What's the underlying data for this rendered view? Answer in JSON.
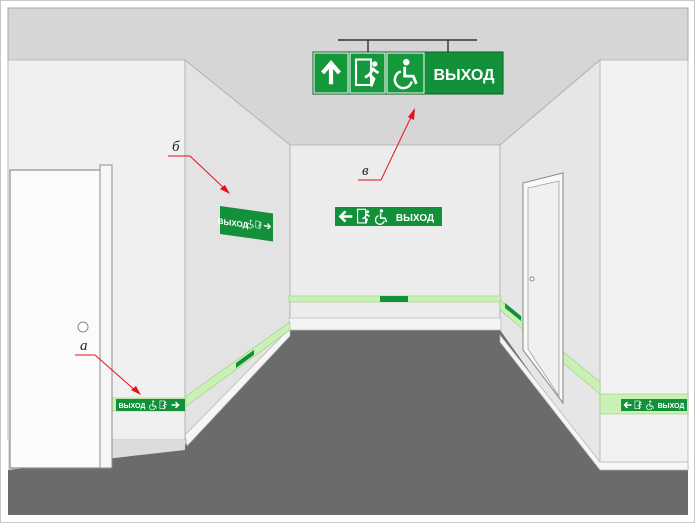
{
  "signs": {
    "ceiling_text": "ВЫХОД",
    "far_wall_text": "ВЫХОД",
    "left_wall_text": "ВЫХОД",
    "floor_left_text": "ВЫХОД",
    "floor_right_text": "ВЫХОД"
  },
  "callouts": {
    "a": "а",
    "b": "б",
    "v": "в"
  },
  "colors": {
    "sign_green": "#13913a",
    "glow_strip": "#c9f1b4",
    "floor": "#6a6b6b",
    "ceiling": "#d7d7d7",
    "arrow_red": "#e4111c"
  },
  "icons": [
    "arrow-up-icon",
    "arrow-left-icon",
    "arrow-right-icon",
    "running-man-icon",
    "wheelchair-icon"
  ]
}
